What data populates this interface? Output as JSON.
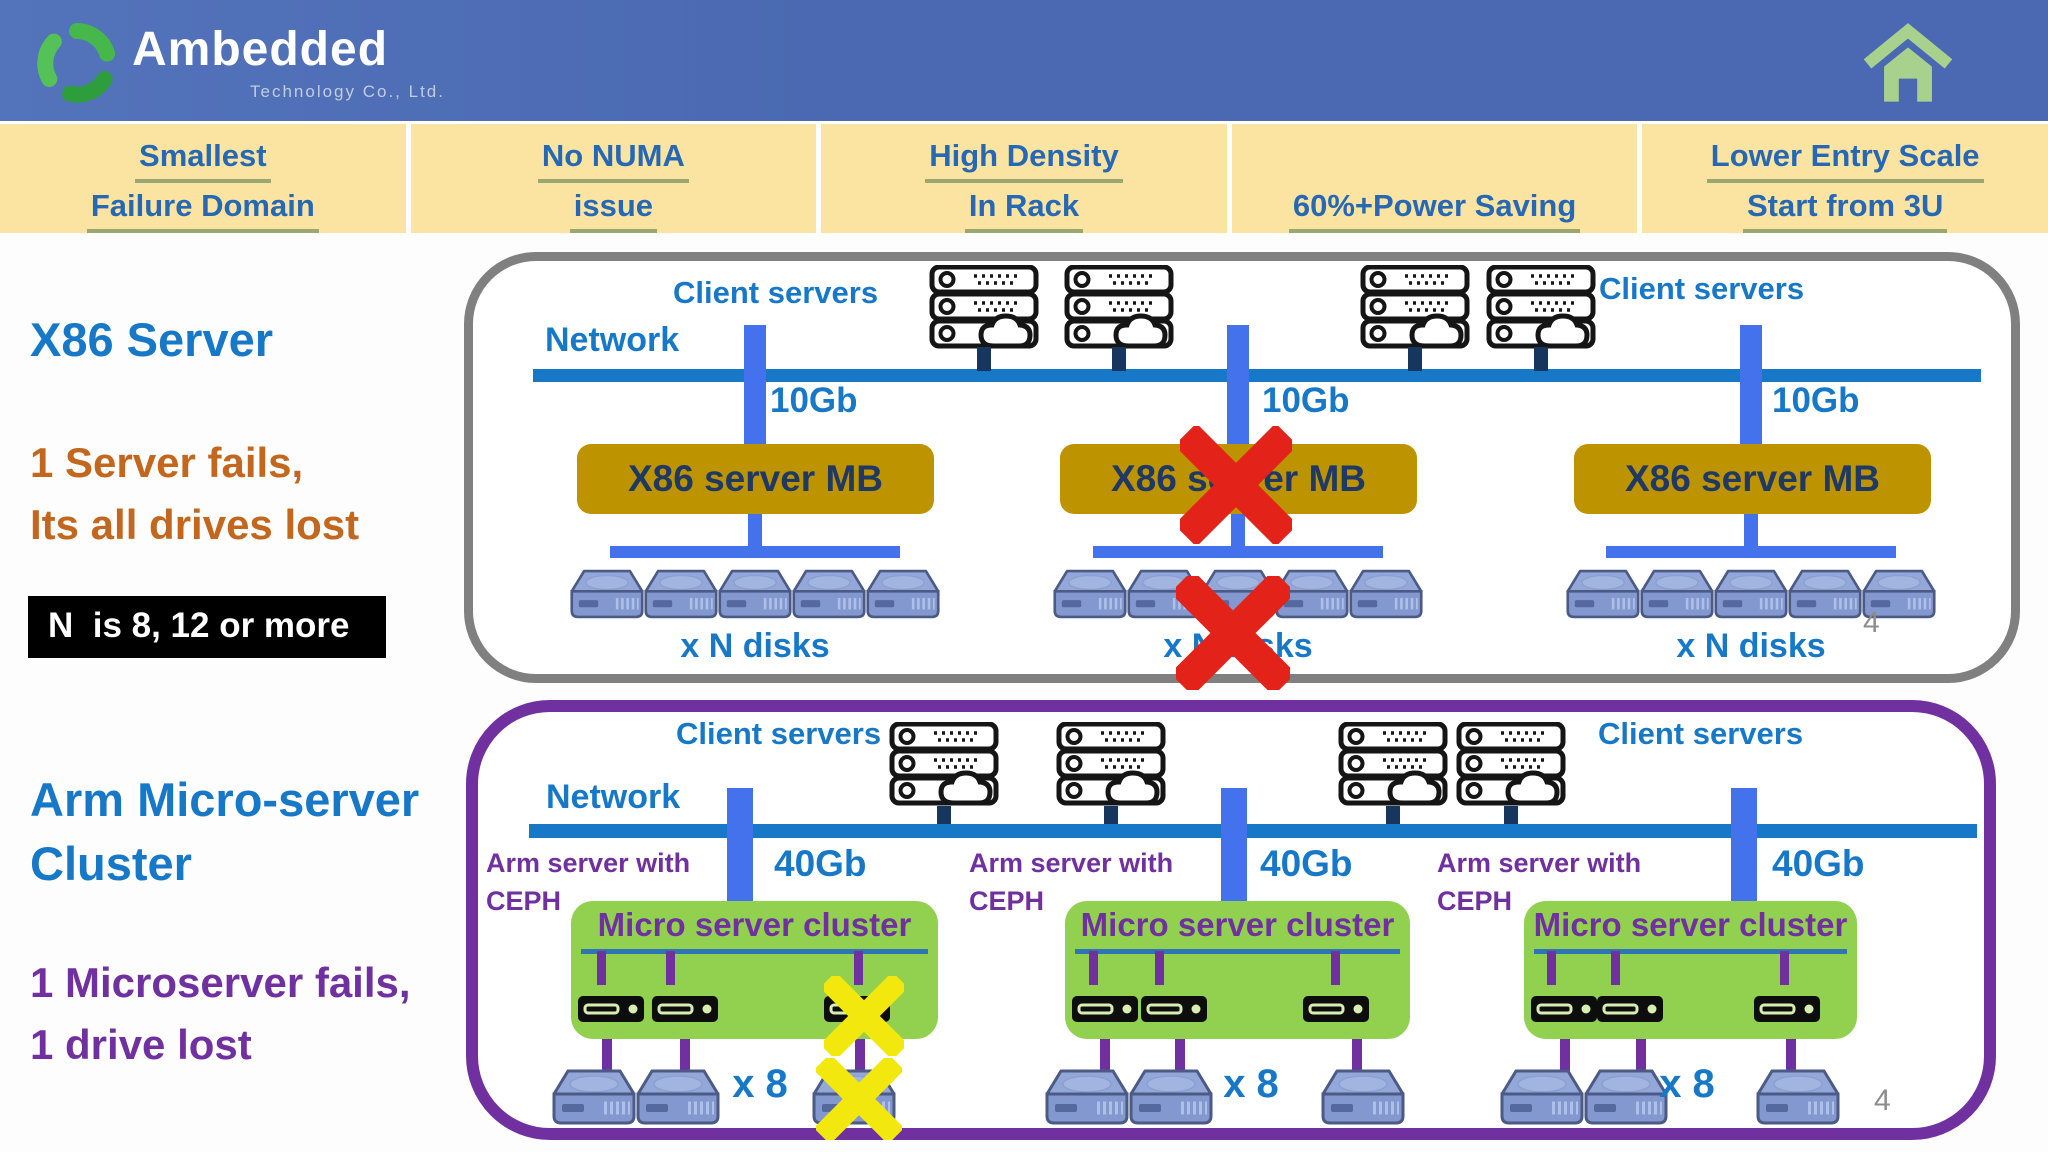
{
  "brand": {
    "name": "Ambedded",
    "subtitle": "Technology Co., Ltd.",
    "logo_icon": "swirl-logo-icon",
    "home_icon": "home-icon"
  },
  "benefits": [
    {
      "line1": "Smallest",
      "line2": "Failure Domain"
    },
    {
      "line1": "No NUMA",
      "line2": "issue"
    },
    {
      "line1": "High Density",
      "line2": "In Rack"
    },
    {
      "line1": "",
      "line2": "60%+Power Saving"
    },
    {
      "line1": "Lower Entry Scale",
      "line2": "Start from 3U"
    }
  ],
  "left_panel": {
    "x86_title": "X86 Server",
    "x86_line1": "1 Server fails,",
    "x86_line2": "Its all drives lost",
    "note": "N  is 8, 12 or more",
    "arm_title_line1": "Arm Micro-server",
    "arm_title_line2": "Cluster",
    "arm_line1": "1 Microserver fails,",
    "arm_line2": "1 drive lost"
  },
  "x86_diagram": {
    "client_servers_left": "Client servers",
    "client_servers_right": "Client servers",
    "network_label": "Network",
    "link_speed": "10Gb",
    "server_box_label": "X86 server MB",
    "disks_label": "x N disks",
    "page_number": "4"
  },
  "arm_diagram": {
    "client_servers_left": "Client servers",
    "client_servers_right": "Client servers",
    "network_label": "Network",
    "link_speed": "40Gb",
    "node_label_line1": "Arm server with",
    "node_label_line2": "CEPH",
    "cluster_box_label": "Micro server cluster",
    "disks_label": "x 8",
    "page_number": "4"
  },
  "colors": {
    "banner_blue": "#4a69b2",
    "strip_yellow": "#fbe3a2",
    "strip_text_blue": "#2668b4",
    "heading_blue": "#1878c8",
    "orange": "#c2671d",
    "purple": "#7030a0",
    "navy": "#1f3864",
    "gold_box": "#bd9400",
    "green_box": "#92d050",
    "connector_blue": "#4472ec",
    "network_line_blue": "#1878c8",
    "gray_border": "#808080",
    "red_x": "#e3231a",
    "yellow_x": "#f2e80e",
    "home_green": "#a9d18e"
  }
}
